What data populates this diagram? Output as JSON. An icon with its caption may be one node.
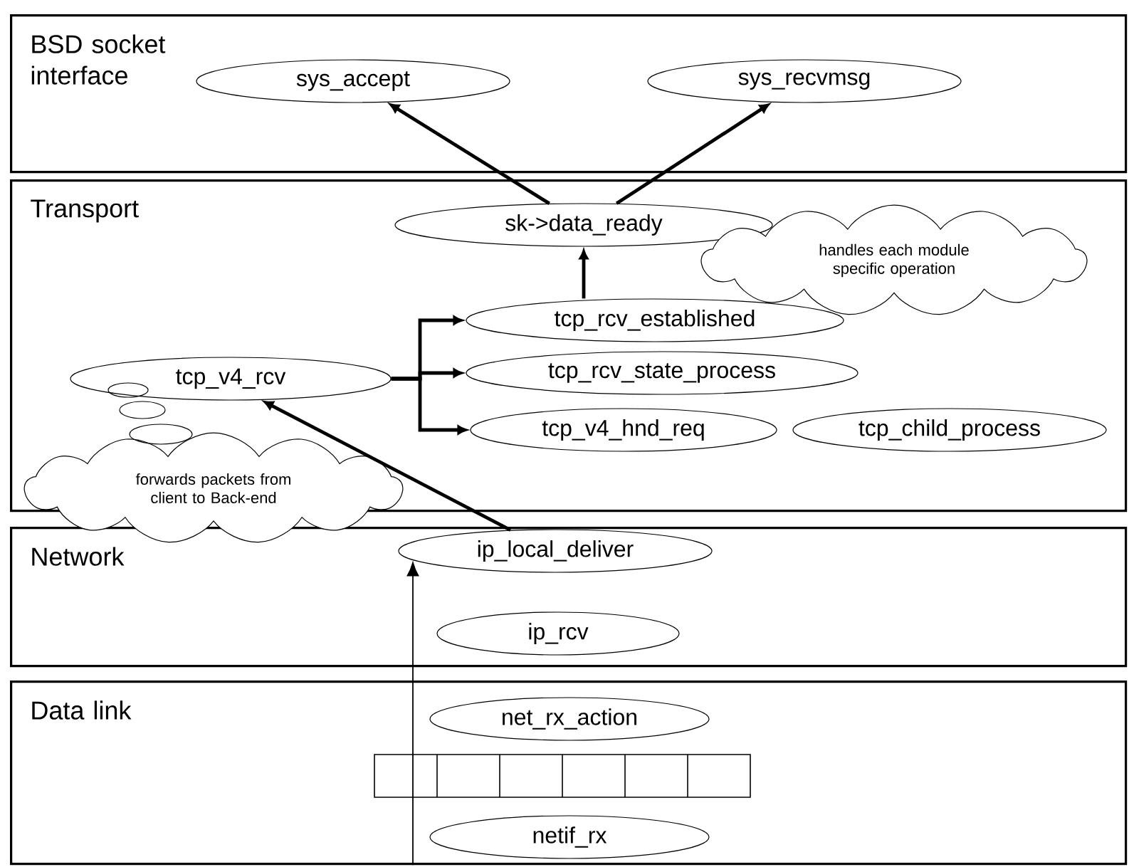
{
  "diagram": {
    "nodes": [
      {
        "text": [
          "BSD socket interface"
        ]
      },
      {
        "text": [
          "sys_accept"
        ],
        "in": 0
      },
      {
        "text": [
          "sys_recvmsg"
        ],
        "in": 0
      },
      {
        "text": [
          "Transport"
        ]
      },
      {
        "text": [
          "sk->data_ready"
        ],
        "in": 3
      },
      {
        "text": [
          "handles each module specific operation"
        ],
        "in": 3
      },
      {
        "text": [
          "tcp_rcv_established"
        ],
        "in": 3
      },
      {
        "text": [
          "tcp_rcv_state_process"
        ],
        "in": 3
      },
      {
        "text": [
          "tcp_v4_hnd_req"
        ],
        "in": 3
      },
      {
        "text": [
          "tcp_child_process"
        ],
        "in": 3
      },
      {
        "text": [
          "tcp_v4_rcv"
        ],
        "in": 3
      },
      {
        "text": [
          "forwards packets from client to Back-end"
        ]
      },
      {
        "text": [
          "Network"
        ]
      },
      {
        "text": [
          "ip_local_deliver"
        ],
        "in": 12
      },
      {
        "text": [
          "ip_rcv"
        ],
        "in": 12
      },
      {
        "text": [
          "Data link"
        ]
      },
      {
        "text": [
          "net_rx_action"
        ],
        "in": 15
      },
      {
        "text": [
          "netif_rx"
        ],
        "in": 15
      }
    ],
    "edges": [
      {
        "from": 4,
        "to": 1,
        "arrow": "to"
      },
      {
        "from": 4,
        "to": 2,
        "arrow": "to"
      },
      {
        "from": 6,
        "to": 4,
        "arrow": "to"
      },
      {
        "from": 10,
        "to": 6,
        "arrow": "to"
      },
      {
        "from": 10,
        "to": 7,
        "arrow": "to"
      },
      {
        "from": 10,
        "to": 8,
        "arrow": "to"
      },
      {
        "from": 13,
        "to": 10,
        "arrow": "to"
      },
      {
        "from": 15,
        "to": 13,
        "arrow": "to"
      }
    ]
  }
}
